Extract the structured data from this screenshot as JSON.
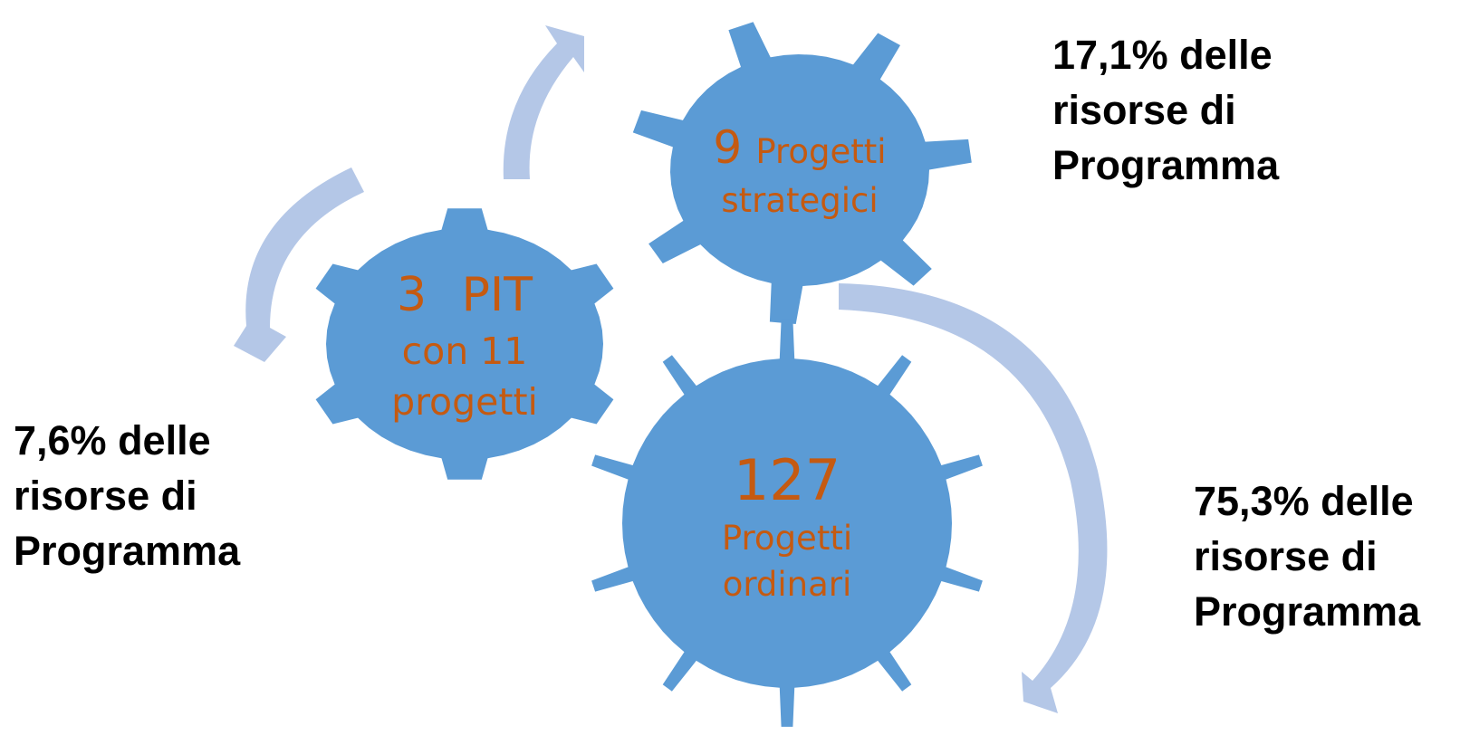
{
  "colors": {
    "gear_fill": "#5b9bd5",
    "arrow_fill": "#b4c7e7",
    "gear_text": "#c55a11",
    "share_text": "#000000"
  },
  "gears": {
    "pit": {
      "count": "3",
      "label": "PIT",
      "line2": "con 11",
      "line3": "progetti"
    },
    "strategic": {
      "count": "9",
      "label": "Progetti",
      "line2": "strategici"
    },
    "ordinary": {
      "count": "127",
      "line2": "Progetti",
      "line3": "ordinari"
    }
  },
  "shares": {
    "pit": {
      "line1": "7,6% delle",
      "line2": "risorse di",
      "line3": "Programma"
    },
    "strategic": {
      "line1": "17,1% delle",
      "line2": "risorse di",
      "line3": "Programma"
    },
    "ordinary": {
      "line1": "75,3% delle",
      "line2": "risorse di",
      "line3": "Programma"
    }
  }
}
